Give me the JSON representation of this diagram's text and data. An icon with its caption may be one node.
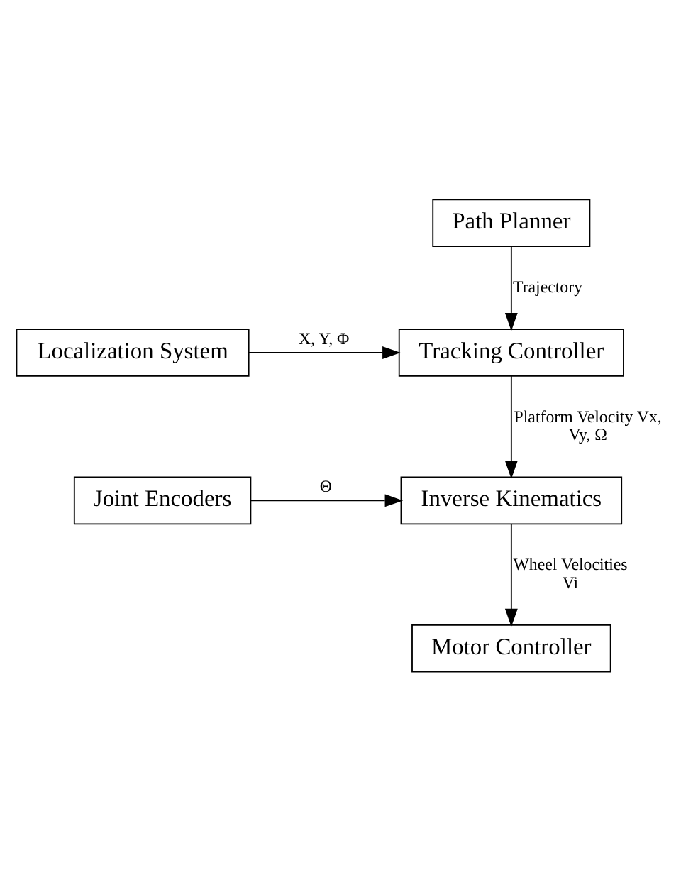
{
  "diagram": {
    "nodes": [
      {
        "text": [
          "Path Planner"
        ]
      },
      {
        "text": [
          "Tracking Controller"
        ]
      },
      {
        "text": [
          "Localization System"
        ]
      },
      {
        "text": [
          "Inverse Kinematics"
        ]
      },
      {
        "text": [
          "Joint Encoders"
        ]
      },
      {
        "text": [
          "Motor Controller"
        ]
      }
    ],
    "edges": [
      {
        "from": 0,
        "to": 1,
        "arrow": "to",
        "label": "Trajectory"
      },
      {
        "from": 2,
        "to": 1,
        "arrow": "to",
        "label": "X, Y, Φ"
      },
      {
        "from": 1,
        "to": 3,
        "arrow": "to",
        "label": "Platform Velocity Vx, Vy, Ω"
      },
      {
        "from": 4,
        "to": 3,
        "arrow": "to",
        "label": "Θ"
      },
      {
        "from": 3,
        "to": 5,
        "arrow": "to",
        "label": "Wheel Velocities Vi"
      }
    ]
  }
}
